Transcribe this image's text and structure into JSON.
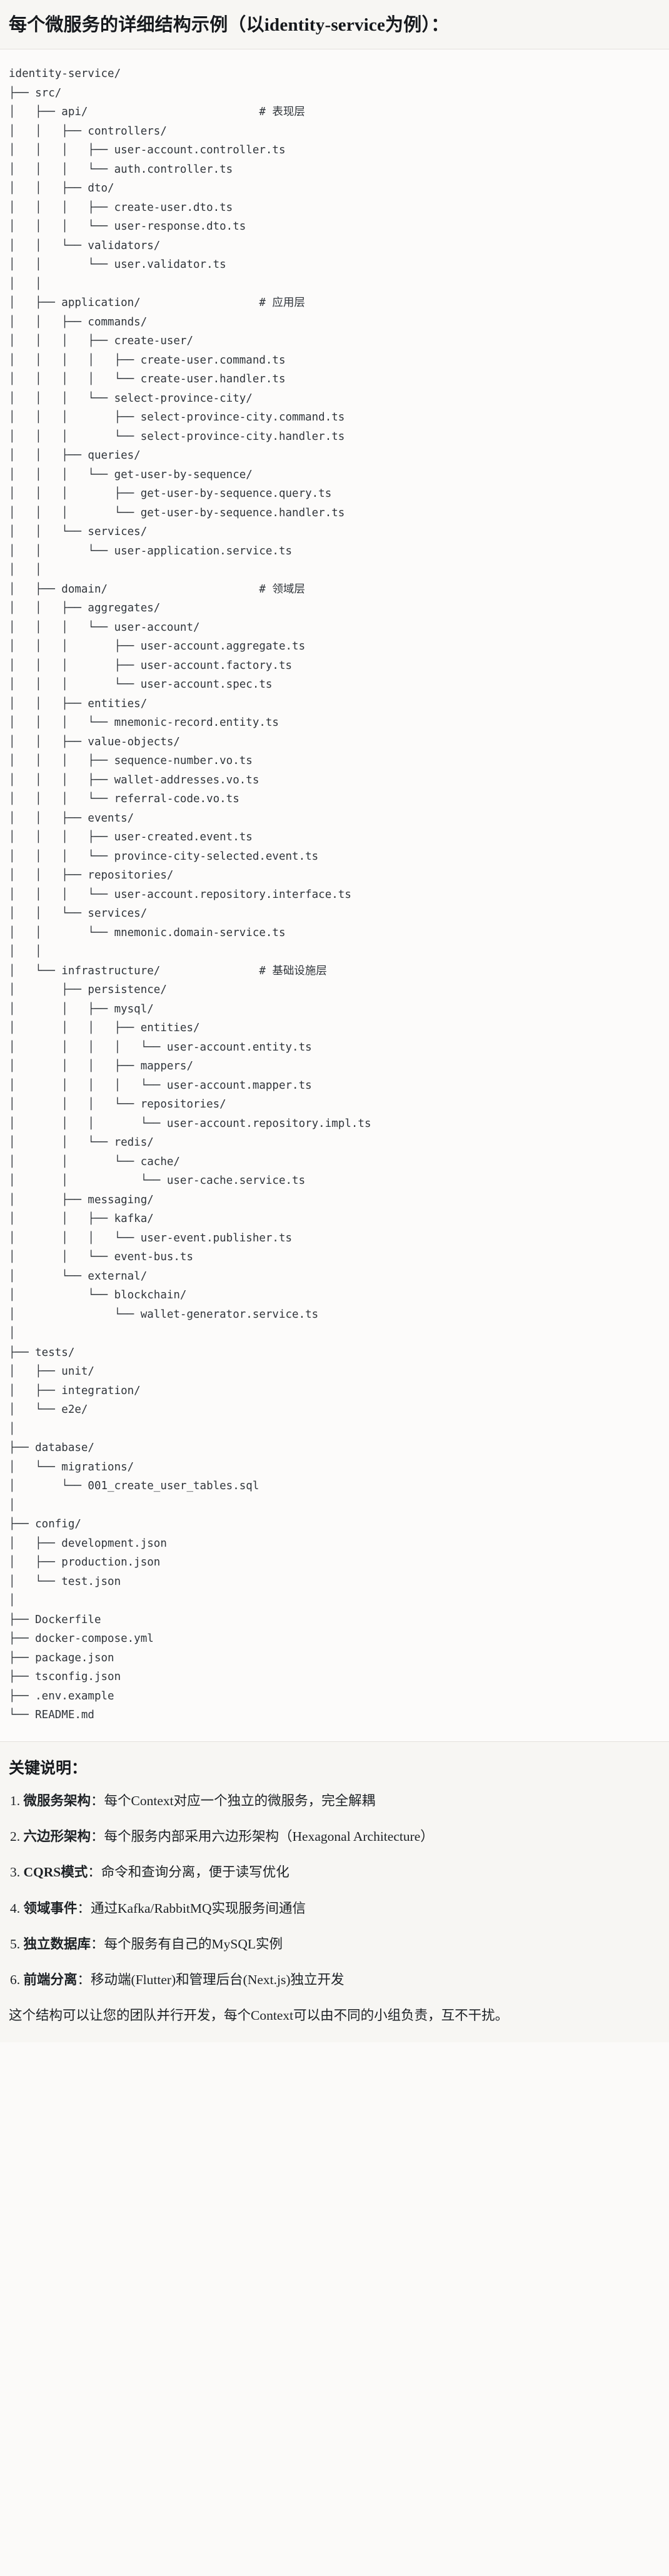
{
  "header": {
    "title": "每个微服务的详细结构示例（以identity-service为例）："
  },
  "tree": {
    "root_label": "identity-service/",
    "comments": {
      "api": "# 表现层",
      "application": "# 应用层",
      "domain": "# 领域层",
      "infrastructure": "# 基础设施层"
    },
    "text": "identity-service/\n├── src/\n│   ├── api/                          # 表现层\n│   │   ├── controllers/\n│   │   │   ├── user-account.controller.ts\n│   │   │   └── auth.controller.ts\n│   │   ├── dto/\n│   │   │   ├── create-user.dto.ts\n│   │   │   └── user-response.dto.ts\n│   │   └── validators/\n│   │       └── user.validator.ts\n│   │\n│   ├── application/                  # 应用层\n│   │   ├── commands/\n│   │   │   ├── create-user/\n│   │   │   │   ├── create-user.command.ts\n│   │   │   │   └── create-user.handler.ts\n│   │   │   └── select-province-city/\n│   │   │       ├── select-province-city.command.ts\n│   │   │       └── select-province-city.handler.ts\n│   │   ├── queries/\n│   │   │   └── get-user-by-sequence/\n│   │   │       ├── get-user-by-sequence.query.ts\n│   │   │       └── get-user-by-sequence.handler.ts\n│   │   └── services/\n│   │       └── user-application.service.ts\n│   │\n│   ├── domain/                       # 领域层\n│   │   ├── aggregates/\n│   │   │   └── user-account/\n│   │   │       ├── user-account.aggregate.ts\n│   │   │       ├── user-account.factory.ts\n│   │   │       └── user-account.spec.ts\n│   │   ├── entities/\n│   │   │   └── mnemonic-record.entity.ts\n│   │   ├── value-objects/\n│   │   │   ├── sequence-number.vo.ts\n│   │   │   ├── wallet-addresses.vo.ts\n│   │   │   └── referral-code.vo.ts\n│   │   ├── events/\n│   │   │   ├── user-created.event.ts\n│   │   │   └── province-city-selected.event.ts\n│   │   ├── repositories/\n│   │   │   └── user-account.repository.interface.ts\n│   │   └── services/\n│   │       └── mnemonic.domain-service.ts\n│   │\n│   └── infrastructure/               # 基础设施层\n│       ├── persistence/\n│       │   ├── mysql/\n│       │   │   ├── entities/\n│       │   │   │   └── user-account.entity.ts\n│       │   │   ├── mappers/\n│       │   │   │   └── user-account.mapper.ts\n│       │   │   └── repositories/\n│       │   │       └── user-account.repository.impl.ts\n│       │   └── redis/\n│       │       └── cache/\n│       │           └── user-cache.service.ts\n│       ├── messaging/\n│       │   ├── kafka/\n│       │   │   └── user-event.publisher.ts\n│       │   └── event-bus.ts\n│       └── external/\n│           └── blockchain/\n│               └── wallet-generator.service.ts\n│\n├── tests/\n│   ├── unit/\n│   ├── integration/\n│   └── e2e/\n│\n├── database/\n│   └── migrations/\n│       └── 001_create_user_tables.sql\n│\n├── config/\n│   ├── development.json\n│   ├── production.json\n│   └── test.json\n│\n├── Dockerfile\n├── docker-compose.yml\n├── package.json\n├── tsconfig.json\n├── .env.example\n└── README.md"
  },
  "notes": {
    "title": "关键说明：",
    "items": [
      {
        "term": "微服务架构",
        "sep": "：",
        "desc": "每个Context对应一个独立的微服务，完全解耦"
      },
      {
        "term": "六边形架构",
        "sep": "：",
        "desc": "每个服务内部采用六边形架构（Hexagonal Architecture）"
      },
      {
        "term": "CQRS模式",
        "sep": "：",
        "desc": "命令和查询分离，便于读写优化"
      },
      {
        "term": "领域事件",
        "sep": "：",
        "desc": "通过Kafka/RabbitMQ实现服务间通信"
      },
      {
        "term": "独立数据库",
        "sep": "：",
        "desc": "每个服务有自己的MySQL实例"
      },
      {
        "term": "前端分离",
        "sep": "：",
        "desc": "移动端(Flutter)和管理后台(Next.js)独立开发"
      }
    ],
    "footer": "这个结构可以让您的团队并行开发，每个Context可以由不同的小组负责，互不干扰。"
  }
}
